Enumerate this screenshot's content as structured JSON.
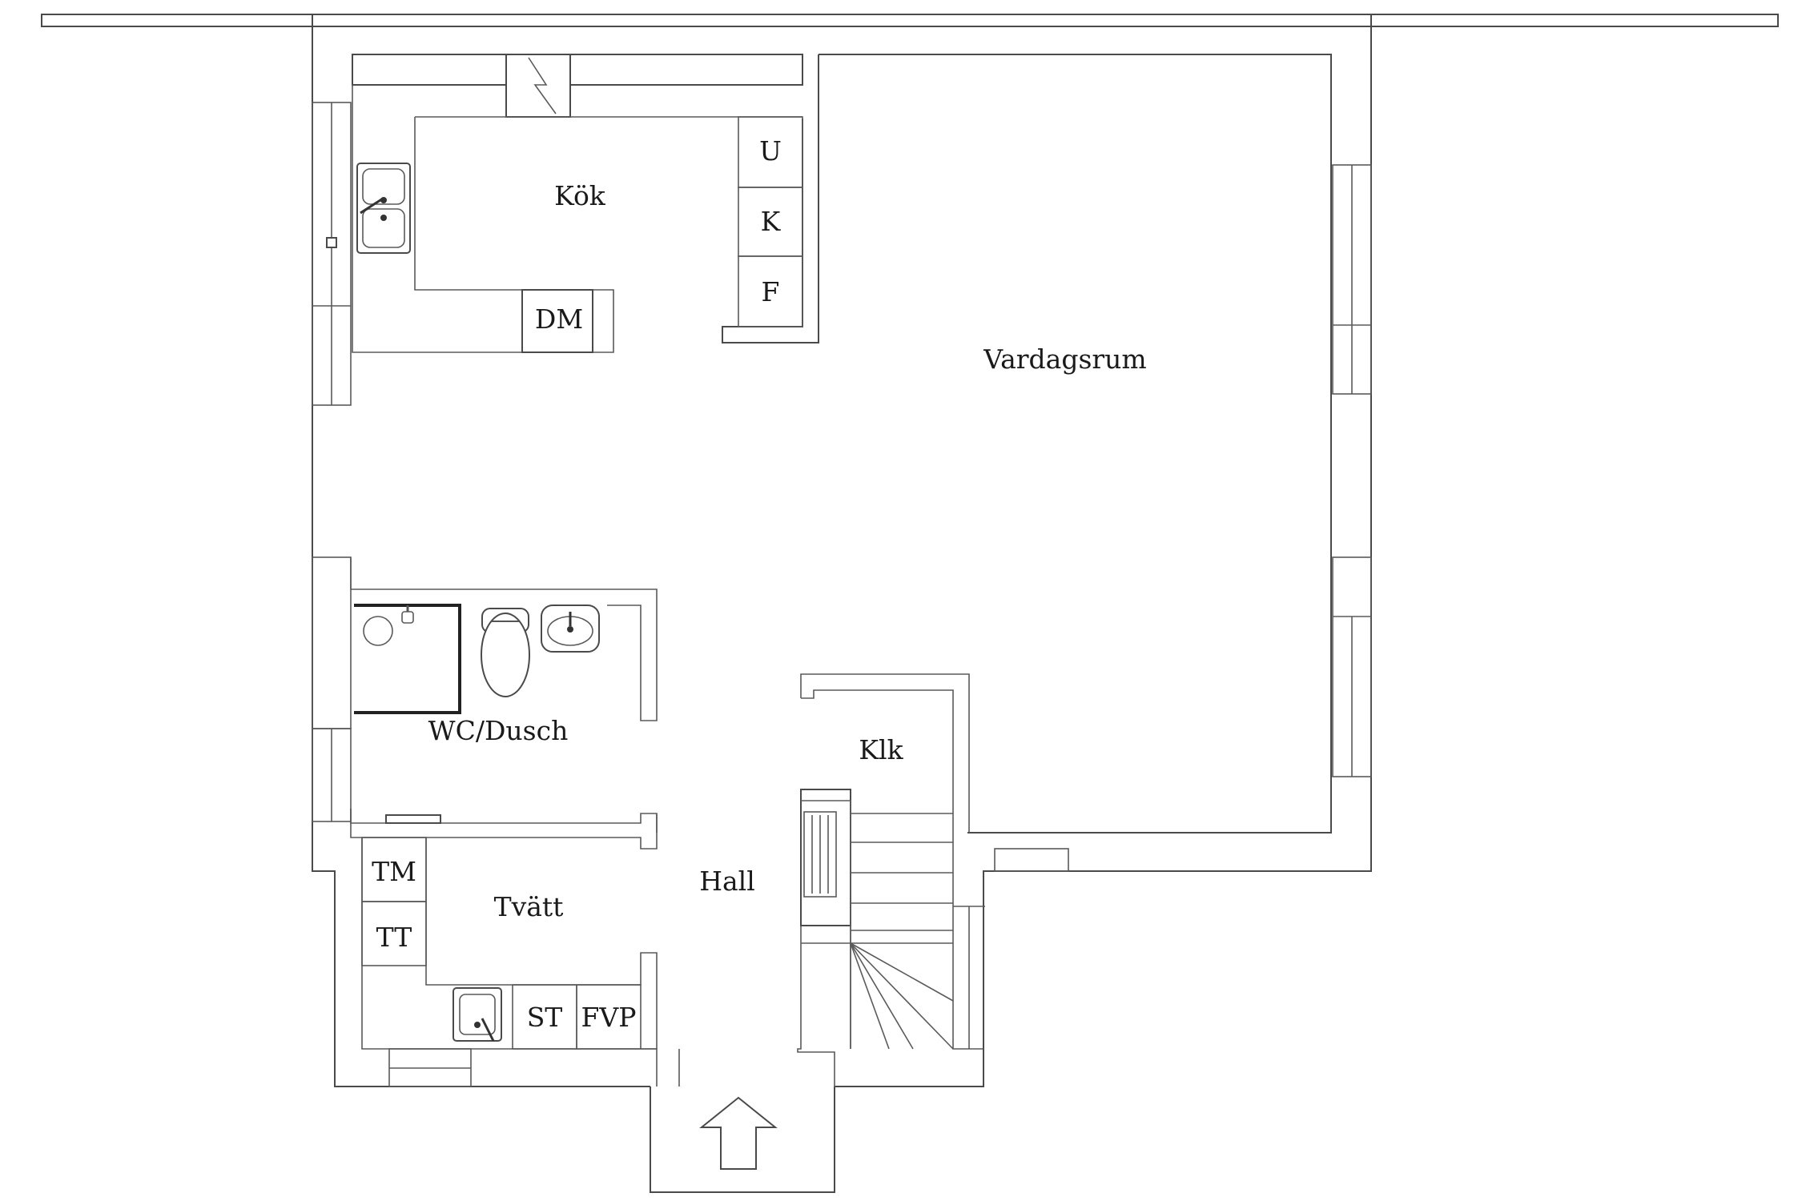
{
  "rooms": {
    "kok": "Kök",
    "vardagsrum": "Vardagsrum",
    "wc_dusch": "WC/Dusch",
    "klk": "Klk",
    "hall": "Hall",
    "tvatt": "Tvätt"
  },
  "appliances": {
    "u": "U",
    "k": "K",
    "f": "F",
    "dm": "DM",
    "tm": "TM",
    "tt": "TT",
    "st": "ST",
    "fvp": "FVP"
  },
  "colors": {
    "line": "#4a4a4a",
    "text": "#1a1a1a",
    "background": "#ffffff"
  }
}
